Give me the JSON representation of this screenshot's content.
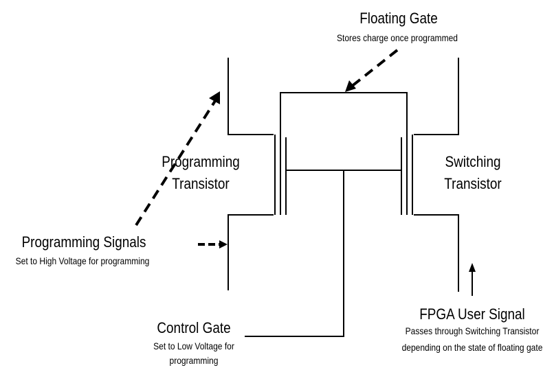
{
  "labels": {
    "floating_gate_title": "Floating Gate",
    "floating_gate_desc": "Stores charge once programmed",
    "programming_transistor_line1": "Programming",
    "programming_transistor_line2": "Transistor",
    "switching_transistor_line1": "Switching",
    "switching_transistor_line2": "Transistor",
    "programming_signals_title": "Programming Signals",
    "programming_signals_desc": "Set to High Voltage for programming",
    "control_gate_title": "Control Gate",
    "control_gate_desc_line1": "Set to Low Voltage for",
    "control_gate_desc_line2": "programming",
    "fpga_user_signal_title": "FPGA User Signal",
    "fpga_user_signal_desc_line1": "Passes through Switching Transistor",
    "fpga_user_signal_desc_line2": "depending on the state of floating gate"
  },
  "colors": {
    "stroke": "#000000",
    "background": "#ffffff"
  }
}
